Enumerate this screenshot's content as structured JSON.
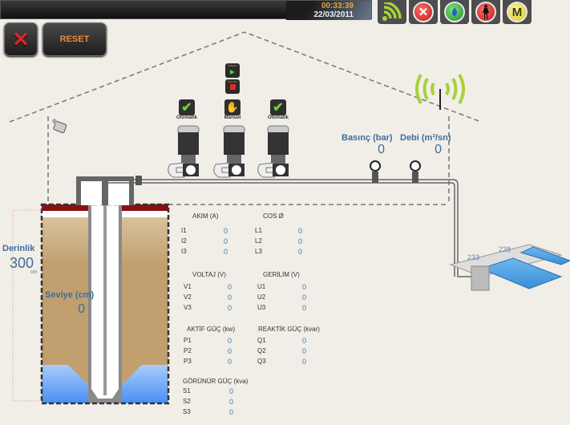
{
  "header": {
    "time": "00:33:39",
    "date": "22/03/2011"
  },
  "toolbar": {
    "icons": [
      {
        "name": "wireless-signal-icon",
        "color": "#a6d23a"
      },
      {
        "name": "stop-x-icon",
        "color": "#d9262c"
      },
      {
        "name": "water-drop-icon",
        "color": "#2aa63a"
      },
      {
        "name": "person-alarm-icon",
        "color": "#d9262c"
      },
      {
        "name": "manual-mode-icon",
        "color": "#e8d83a",
        "label": "M"
      }
    ]
  },
  "controls": {
    "close_symbol": "✕",
    "reset_label": "RESET"
  },
  "pumps": [
    {
      "mode": "Otomatik",
      "status": "check"
    },
    {
      "mode": "Manuel",
      "status": "hand",
      "start_label": "Başlat",
      "stop_label": "Durdur"
    },
    {
      "mode": "Otomatik",
      "status": "check"
    }
  ],
  "sensors": {
    "pressure": {
      "label": "Basınç (bar)",
      "value": "0"
    },
    "flow": {
      "label": "Debi (m³/sn)",
      "value": "0"
    }
  },
  "well": {
    "depth_label": "Derinlik",
    "depth_value": "300",
    "depth_unit": "cm",
    "level_label": "Seviye (cm)",
    "level_value": "0"
  },
  "pools": [
    {
      "label": "233"
    },
    {
      "label": "238"
    }
  ],
  "measurements": {
    "current": {
      "title": "AKIM (A)",
      "rows": [
        {
          "k": "I1",
          "v": "0"
        },
        {
          "k": "I2",
          "v": "0"
        },
        {
          "k": "I3",
          "v": "0"
        }
      ]
    },
    "cos": {
      "title": "COS Ø",
      "rows": [
        {
          "k": "L1",
          "v": "0"
        },
        {
          "k": "L2",
          "v": "0"
        },
        {
          "k": "L3",
          "v": "0"
        }
      ]
    },
    "voltage": {
      "title": "VOLTAJ (V)",
      "rows": [
        {
          "k": "V1",
          "v": "0"
        },
        {
          "k": "V2",
          "v": "0"
        },
        {
          "k": "V3",
          "v": "0"
        }
      ]
    },
    "line_voltage": {
      "title": "GERİLİM (V)",
      "rows": [
        {
          "k": "U1",
          "v": "0"
        },
        {
          "k": "U2",
          "v": "0"
        },
        {
          "k": "U3",
          "v": "0"
        }
      ]
    },
    "active_power": {
      "title": "AKTİF GÜÇ (kw)",
      "rows": [
        {
          "k": "P1",
          "v": "0"
        },
        {
          "k": "P2",
          "v": "0"
        },
        {
          "k": "P3",
          "v": "0"
        }
      ]
    },
    "reactive_power": {
      "title": "REAKTİK GÜÇ (kvar)",
      "rows": [
        {
          "k": "Q1",
          "v": "0"
        },
        {
          "k": "Q2",
          "v": "0"
        },
        {
          "k": "Q3",
          "v": "0"
        }
      ]
    },
    "apparent_power": {
      "title": "GÖRÜNÜR GÜÇ (kva)",
      "rows": [
        {
          "k": "S1",
          "v": "0"
        },
        {
          "k": "S2",
          "v": "0"
        },
        {
          "k": "S3",
          "v": "0"
        }
      ]
    }
  }
}
